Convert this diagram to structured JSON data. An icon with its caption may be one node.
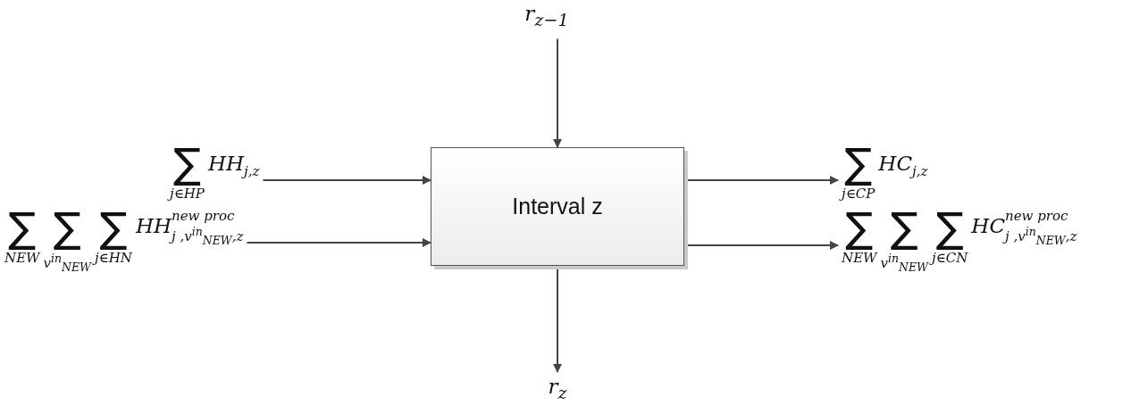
{
  "diagram": {
    "nodes": [
      {
        "text": [
          "r$_{z−1}$"
        ]
      },
      {
        "text": [
          "∑",
          "j∈HP",
          "HH$_{j,z}$"
        ]
      },
      {
        "text": [
          "∑",
          "NEW",
          "∑",
          "v$^{in}$$_{NEW}$",
          "∑",
          "j∈HN",
          "HH",
          "new proc",
          "j ,v$^{in}$$_{NEW}$,z"
        ]
      },
      {
        "text": [
          "Interval z"
        ]
      },
      {
        "text": [
          "∑",
          "j∈CP",
          "HC$_{j,z}$"
        ]
      },
      {
        "text": [
          "∑",
          "NEW",
          "∑",
          "v$^{in}$$_{NEW}$",
          "∑",
          "j∈CN",
          "HC",
          "new proc",
          "j ,v$^{in}$$_{NEW}$,z"
        ]
      },
      {
        "text": [
          "r$_{z}$"
        ]
      }
    ],
    "edges": [
      {
        "from": 0,
        "to": 3,
        "arrow": "to"
      },
      {
        "from": 1,
        "to": 3,
        "arrow": "to"
      },
      {
        "from": 2,
        "to": 3,
        "arrow": "to"
      },
      {
        "from": 3,
        "to": 4,
        "arrow": "to"
      },
      {
        "from": 3,
        "to": 5,
        "arrow": "to"
      },
      {
        "from": 3,
        "to": 6,
        "arrow": "to"
      }
    ]
  }
}
